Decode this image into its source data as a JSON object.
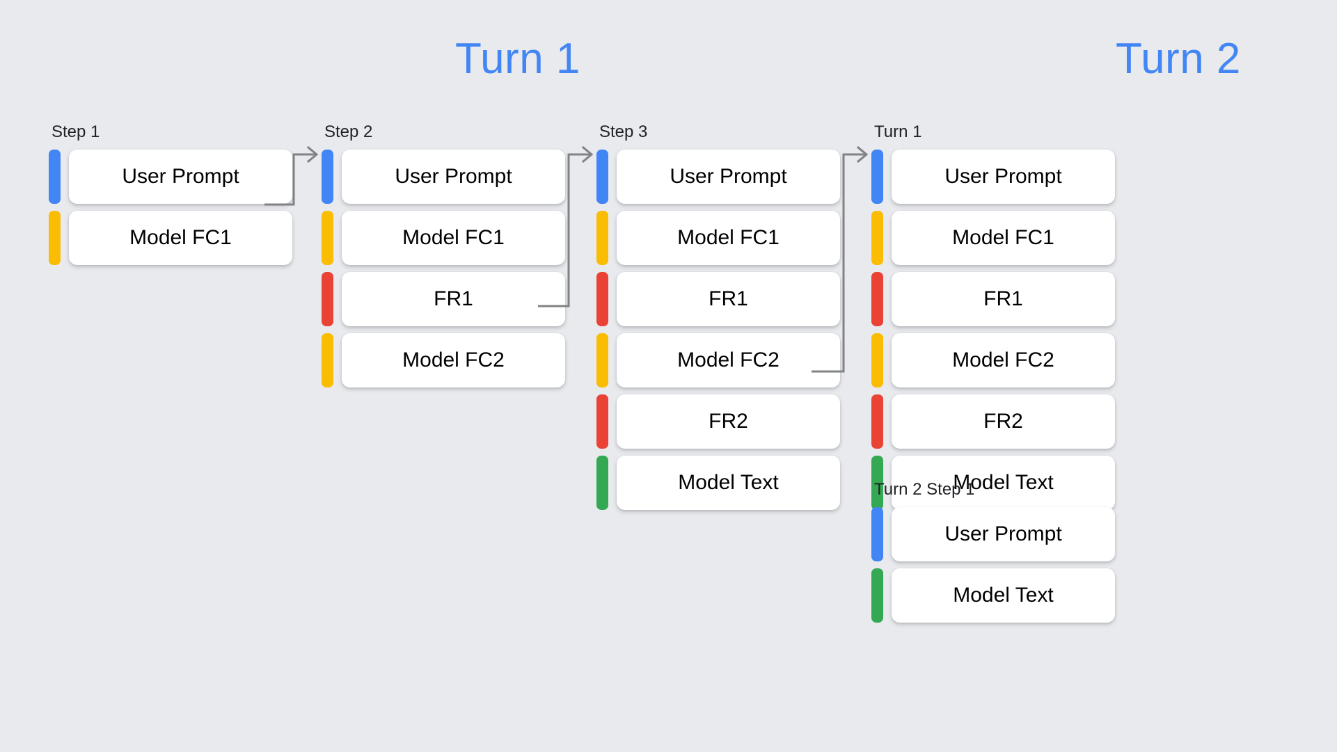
{
  "background_color": "#e8eaed",
  "palette": {
    "blue": "#4285f4",
    "yellow": "#fbbc04",
    "red": "#ea4335",
    "green": "#34a853",
    "card": "#ffffff",
    "connector": "#808285",
    "heading": "#4285f4"
  },
  "headings": {
    "turn_1": "Turn 1",
    "turn_2": "Turn 2"
  },
  "columns": {
    "step_1": {
      "label": "Step 1",
      "rows": [
        {
          "color": "blue",
          "text": "User Prompt"
        },
        {
          "color": "yellow",
          "text": "Model FC1"
        }
      ]
    },
    "step_2": {
      "label": "Step 2",
      "rows": [
        {
          "color": "blue",
          "text": "User Prompt"
        },
        {
          "color": "yellow",
          "text": "Model FC1"
        },
        {
          "color": "red",
          "text": "FR1"
        },
        {
          "color": "yellow",
          "text": "Model FC2"
        }
      ]
    },
    "step_3": {
      "label": "Step 3",
      "rows": [
        {
          "color": "blue",
          "text": "User Prompt"
        },
        {
          "color": "yellow",
          "text": "Model FC1"
        },
        {
          "color": "red",
          "text": "FR1"
        },
        {
          "color": "yellow",
          "text": "Model FC2"
        },
        {
          "color": "red",
          "text": "FR2"
        },
        {
          "color": "green",
          "text": "Model Text"
        }
      ]
    },
    "turn_1_in_turn_2": {
      "label": "Turn 1",
      "rows": [
        {
          "color": "blue",
          "text": "User Prompt"
        },
        {
          "color": "yellow",
          "text": "Model FC1"
        },
        {
          "color": "red",
          "text": "FR1"
        },
        {
          "color": "yellow",
          "text": "Model FC2"
        },
        {
          "color": "red",
          "text": "FR2"
        },
        {
          "color": "green",
          "text": "Model Text"
        }
      ]
    },
    "turn_2_step_1": {
      "label": "Turn 2 Step 1",
      "rows": [
        {
          "color": "blue",
          "text": "User Prompt"
        },
        {
          "color": "green",
          "text": "Model Text"
        }
      ]
    }
  },
  "connectors": [
    {
      "name": "step1-to-step2",
      "from": "Model FC1 (Step 1)",
      "to": "Step 2"
    },
    {
      "name": "step2-to-step3",
      "from": "Model FC2 (Step 2)",
      "to": "Step 3"
    },
    {
      "name": "step3-to-turn1",
      "from": "FR2 (Step 3)",
      "to": "Turn 1 (Turn 2)"
    }
  ]
}
